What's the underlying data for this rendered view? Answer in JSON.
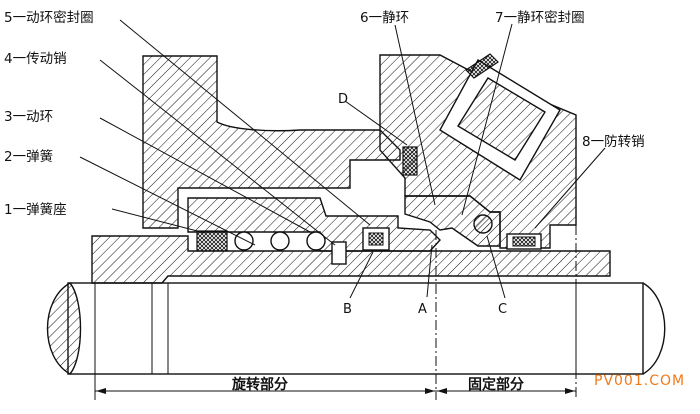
{
  "labels": {
    "moving_ring_seal": "5一动环密封圈",
    "drive_pin": "4一传动销",
    "moving_ring": "3一动环",
    "spring": "2一弹簧",
    "spring_seat": "1一弹簧座",
    "stationary_ring": "6一静环",
    "stationary_ring_seal": "7一静环密封圈",
    "anti_rotation_pin": "8一防转销"
  },
  "points": {
    "A": "A",
    "B": "B",
    "C": "C",
    "D": "D"
  },
  "zones": {
    "rotating": "旋转部分",
    "fixed": "固定部分"
  },
  "watermark": "PV001.COM",
  "colors": {
    "line": "#111111",
    "watermark": "#f07a1a"
  }
}
